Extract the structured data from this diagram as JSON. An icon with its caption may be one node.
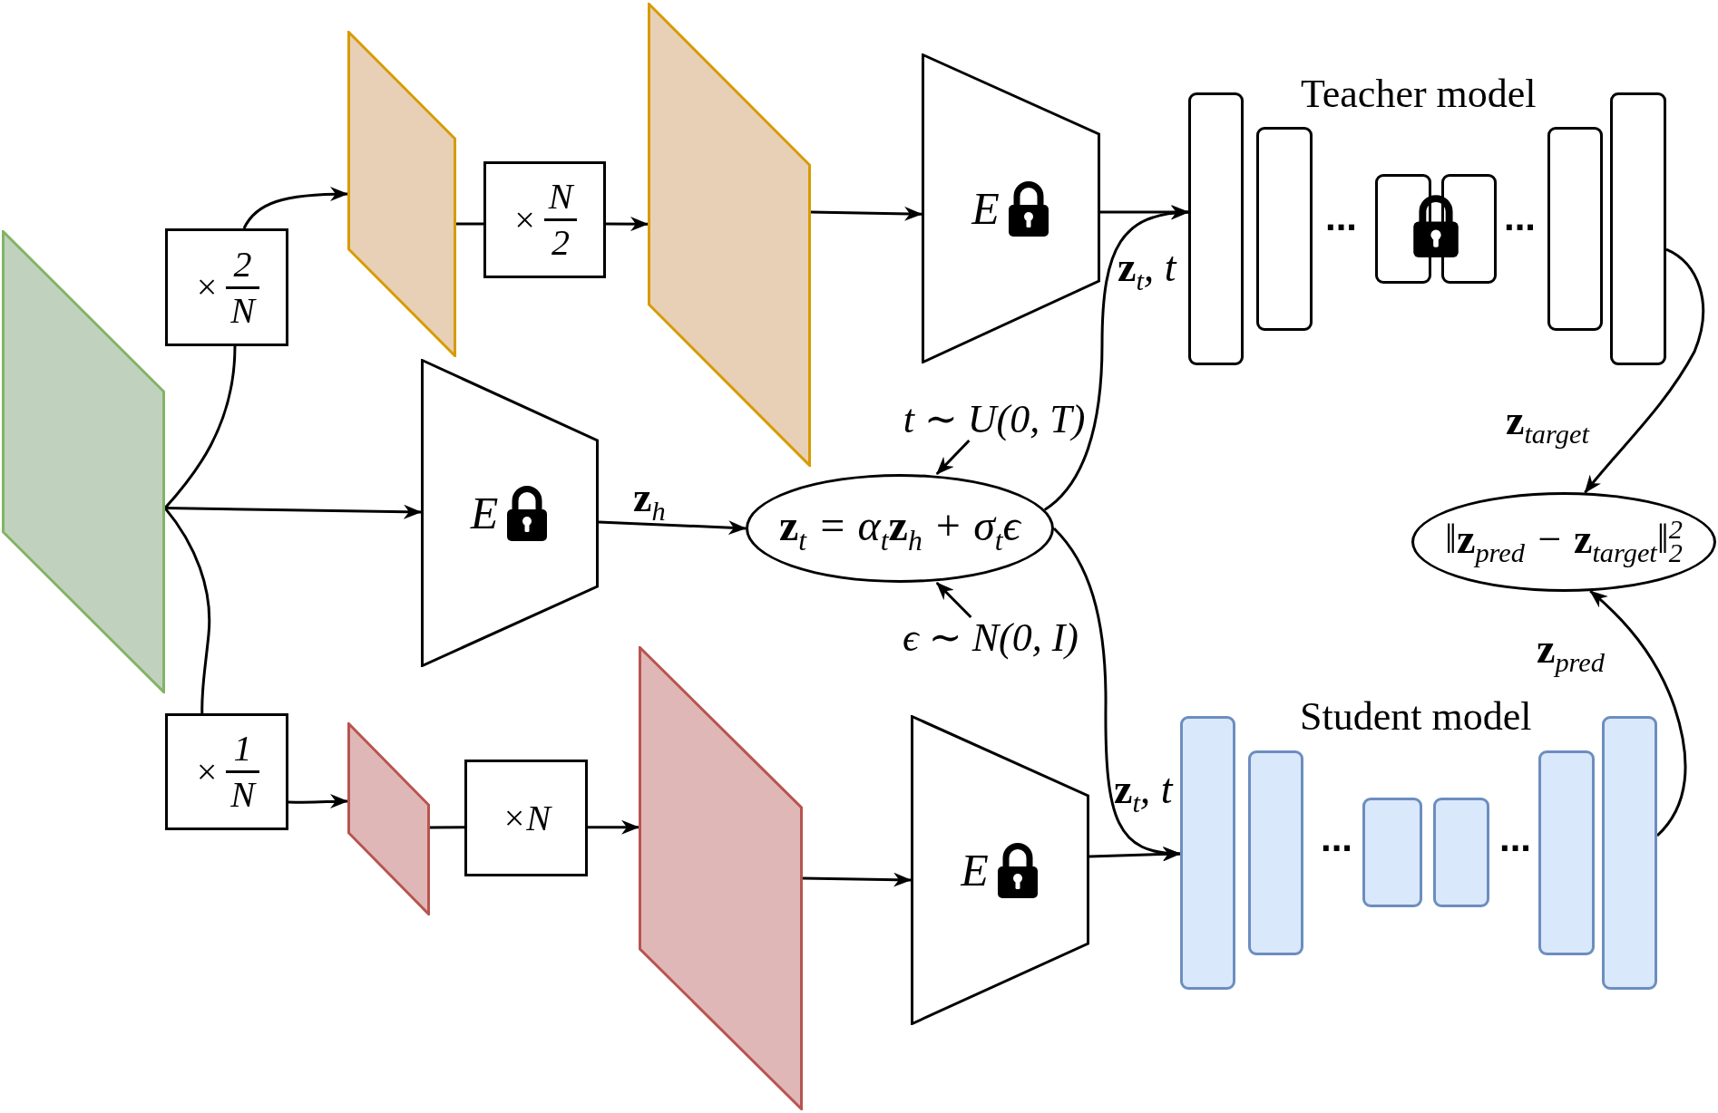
{
  "diagram": {
    "nodes": [
      {
        "text": [],
        "shape": "parallelogram"
      },
      {
        "text": [
          "× 2/N"
        ]
      },
      {
        "text": [],
        "shape": "parallelogram"
      },
      {
        "text": [
          "× N/2"
        ]
      },
      {
        "text": [],
        "shape": "parallelogram"
      },
      {
        "text": [
          "E"
        ]
      },
      {
        "text": [],
        "shape": "box"
      },
      {
        "text": [],
        "shape": "box"
      },
      {
        "text": [],
        "shape": "box"
      },
      {
        "text": [],
        "shape": "box"
      },
      {
        "text": [],
        "shape": "box"
      },
      {
        "text": [],
        "shape": "box"
      },
      {
        "text": [
          "E"
        ]
      },
      {
        "text": [
          "t ∼ U(0, T)"
        ]
      },
      {
        "text": [
          "**z**$_{t}$ = α$_{t}$**z**$_{h}$ + σ$_{t}$ϵ"
        ]
      },
      {
        "text": [
          "ϵ ∼ N(0, I)"
        ]
      },
      {
        "text": [
          "‖**z**$_{pred}$ − **z**$_{target}$‖$_{2}$$^{2}$"
        ]
      },
      {
        "text": [
          "× 1/N"
        ]
      },
      {
        "text": [],
        "shape": "parallelogram"
      },
      {
        "text": [
          "×N"
        ]
      },
      {
        "text": [],
        "shape": "parallelogram"
      },
      {
        "text": [
          "E"
        ]
      },
      {
        "text": [],
        "shape": "box"
      },
      {
        "text": [],
        "shape": "box"
      },
      {
        "text": [],
        "shape": "box"
      },
      {
        "text": [],
        "shape": "box"
      },
      {
        "text": [],
        "shape": "box"
      },
      {
        "text": [],
        "shape": "box"
      }
    ],
    "edges": [
      {
        "from": 0,
        "to": 1,
        "arrow": "none"
      },
      {
        "from": 1,
        "to": 2,
        "arrow": "to"
      },
      {
        "from": 2,
        "to": 3,
        "arrow": "none"
      },
      {
        "from": 3,
        "to": 4,
        "arrow": "to"
      },
      {
        "from": 4,
        "to": 5,
        "arrow": "to"
      },
      {
        "from": 5,
        "to": 6,
        "arrow": "to"
      },
      {
        "from": 14,
        "to": 6,
        "arrow": "to",
        "label": "**z**$_{t}$, t"
      },
      {
        "from": 0,
        "to": 12,
        "arrow": "to"
      },
      {
        "from": 12,
        "to": 14,
        "arrow": "to",
        "label": "**z**$_{h}$"
      },
      {
        "from": 13,
        "to": 14,
        "arrow": "to"
      },
      {
        "from": 15,
        "to": 14,
        "arrow": "to"
      },
      {
        "from": 11,
        "to": 16,
        "arrow": "to",
        "label": "**z**$_{target}$"
      },
      {
        "from": 0,
        "to": 17,
        "arrow": "none"
      },
      {
        "from": 17,
        "to": 18,
        "arrow": "to"
      },
      {
        "from": 18,
        "to": 19,
        "arrow": "none"
      },
      {
        "from": 19,
        "to": 20,
        "arrow": "to"
      },
      {
        "from": 20,
        "to": 21,
        "arrow": "to"
      },
      {
        "from": 21,
        "to": 22,
        "arrow": "to"
      },
      {
        "from": 14,
        "to": 22,
        "arrow": "to",
        "label": "**z**$_{t}$, t"
      },
      {
        "from": 27,
        "to": 16,
        "arrow": "to",
        "label": "**z**$_{pred}$"
      }
    ],
    "labels": [
      "Teacher model",
      "...",
      "...",
      "Student model",
      "...",
      "..."
    ]
  }
}
